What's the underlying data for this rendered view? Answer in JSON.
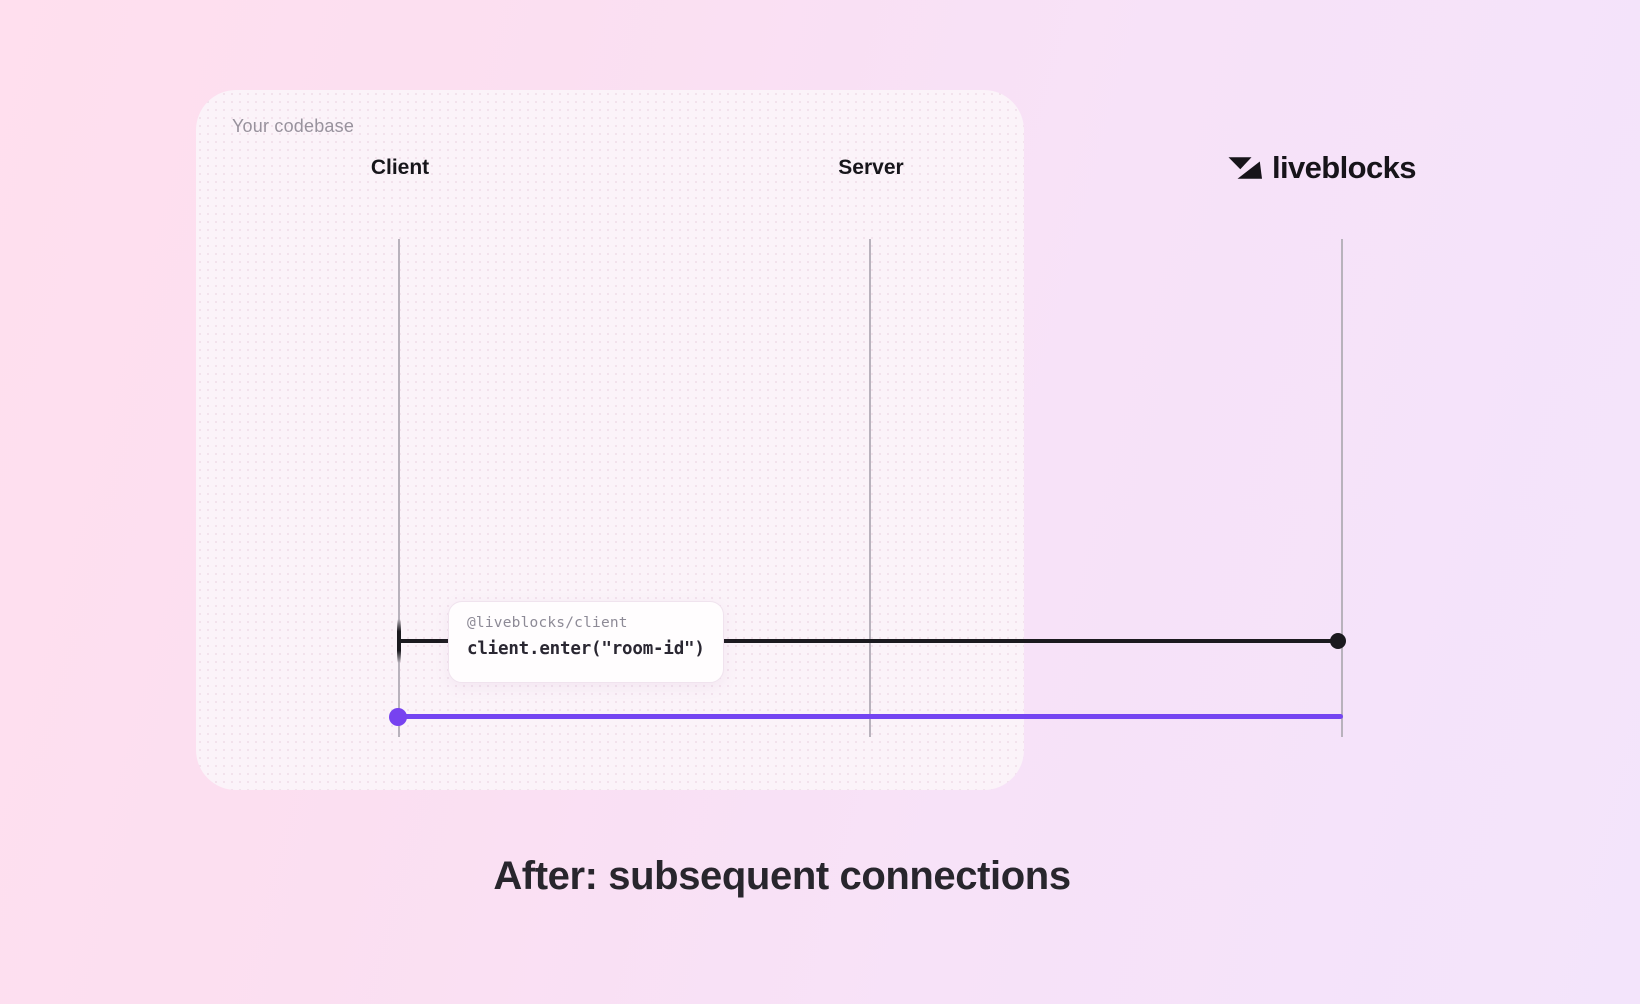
{
  "codebase_panel": {
    "label": "Your codebase",
    "columns": [
      {
        "label": "Client"
      },
      {
        "label": "Server"
      }
    ]
  },
  "liveblocks": {
    "brand": "liveblocks"
  },
  "messages": {
    "call": {
      "package": "@liveblocks/client",
      "code": "client.enter(\"room-id\")",
      "from": "Client",
      "to": "liveblocks",
      "color": "#1b1a1f"
    },
    "response": {
      "from": "liveblocks",
      "to": "Client",
      "color": "#7445f2"
    }
  },
  "caption": "After: subsequent connections",
  "colors": {
    "background_pink": "#ffdfee",
    "background_lavender": "#f3e4fb",
    "panel_background": "#fbf3f9",
    "lifeline_gray": "#b8b2bc",
    "accent_purple": "#7445f2",
    "line_black": "#1b1a1f"
  }
}
